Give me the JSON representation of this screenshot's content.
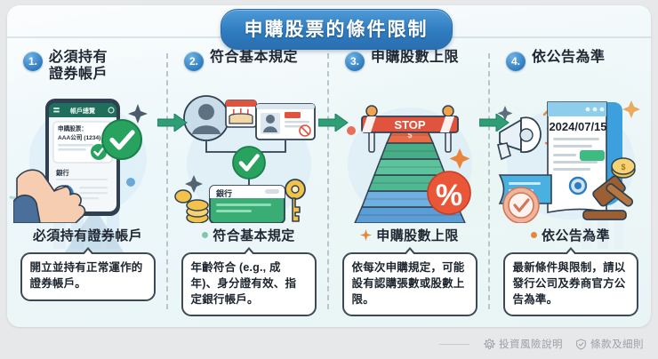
{
  "header": {
    "title": "申購股票的條件限制"
  },
  "theme": {
    "page_bg": "#e7e8ea",
    "card_bg": "#eef7f9",
    "title_blue": "#2f7cc0",
    "accent_green": "#2e9e77",
    "accent_orange": "#e8843c",
    "divider": "#b7c6ce",
    "bubble_border": "#3d4a55",
    "text_dark": "#1f2733",
    "footer_text": "#9aa0a8"
  },
  "columns": [
    {
      "number": "1.",
      "step_title": "必須持有\n證券帳戶",
      "step_title_line1": "必須持有",
      "step_title_line2": "證券帳戶",
      "marker_icon": "none",
      "marker_color": "#2e9e77",
      "label": "必須持有證券帳戶",
      "body": "開立並持有正常運作的證券帳戶。",
      "illustration": {
        "name": "phone-account-check",
        "phone_header": "帳戶總覽",
        "card_line1": "申購股票：",
        "card_line2": "AAA公司 (1234)",
        "section_label": "銀行"
      }
    },
    {
      "number": "2.",
      "step_title_line1": "符合基本規定",
      "step_title_line2": "",
      "marker_icon": "dot",
      "marker_color": "#7fc8ae",
      "label": "符合基本規定",
      "body": "年齡符合 (e.g., 成年)、身分證有效、指定銀行帳戶。",
      "illustration": {
        "name": "identity-bank-check",
        "bank_card_label": "銀行"
      }
    },
    {
      "number": "3.",
      "step_title_line1": "申購股數上限",
      "step_title_line2": "",
      "marker_icon": "sparkle",
      "marker_color": "#e8843c",
      "label": "申購股數上限",
      "body": "依每次申購規定，可能設有認購張數或股數上限。",
      "illustration": {
        "name": "stop-barrier-pyramid",
        "stop_sign_text": "STOP",
        "percent_badge": "%"
      }
    },
    {
      "number": "4.",
      "step_title_line1": "依公告為準",
      "step_title_line2": "",
      "marker_icon": "dot",
      "marker_color": "#e8843c",
      "label": "依公告為準",
      "body": "最新條件與限制，請以發行公司及券商官方公告為準。",
      "illustration": {
        "name": "announcement-gavel-document",
        "document_date": "2024/07/15"
      }
    }
  ],
  "footer": {
    "items": [
      {
        "icon": "gear-icon",
        "label": "投資風險說明"
      },
      {
        "icon": "shield-check-icon",
        "label": "條款及細則"
      }
    ]
  }
}
